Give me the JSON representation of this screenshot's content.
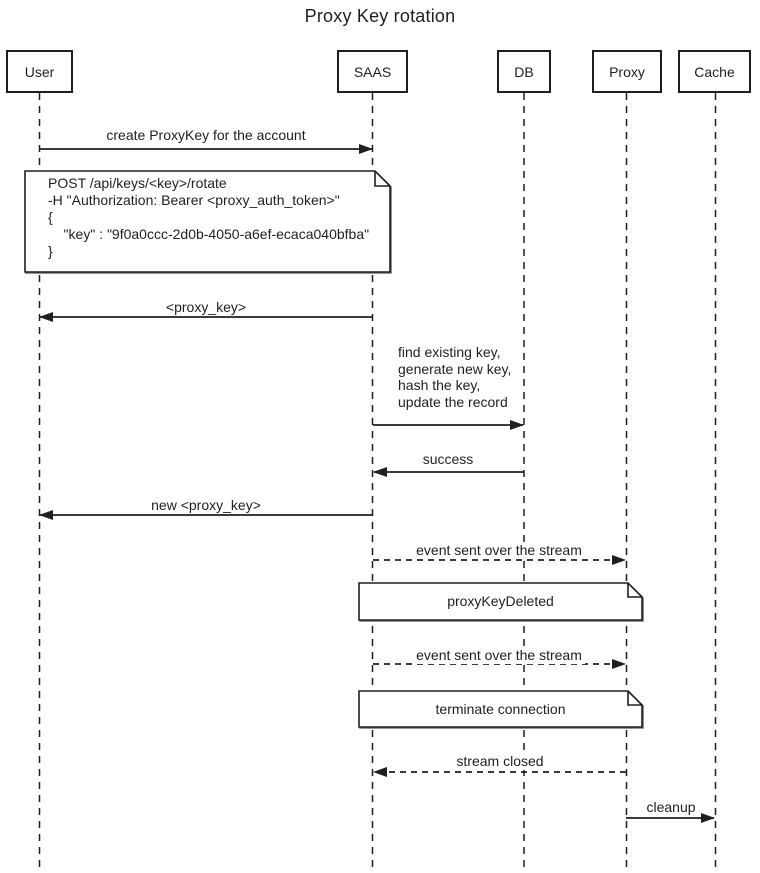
{
  "title": "Proxy Key rotation",
  "colors": {
    "ink": "#1f1f1f",
    "background": "#ffffff"
  },
  "actors": [
    {
      "id": "user",
      "label": "User"
    },
    {
      "id": "saas",
      "label": "SAAS"
    },
    {
      "id": "db",
      "label": "DB"
    },
    {
      "id": "proxy",
      "label": "Proxy"
    },
    {
      "id": "cache",
      "label": "Cache"
    }
  ],
  "messages": [
    {
      "label": "create ProxyKey for the account",
      "from": "User",
      "to": "SAAS",
      "line": "solid"
    },
    {
      "label": "<proxy_key>",
      "from": "SAAS",
      "to": "User",
      "line": "solid"
    },
    {
      "label": "find existing key,\ngenerate new key,\nhash the key,\nupdate the record",
      "from": "SAAS",
      "to": "DB",
      "line": "solid"
    },
    {
      "label": "success",
      "from": "DB",
      "to": "SAAS",
      "line": "solid"
    },
    {
      "label": "new <proxy_key>",
      "from": "SAAS",
      "to": "User",
      "line": "solid"
    },
    {
      "label": "event sent over the stream",
      "from": "SAAS",
      "to": "Proxy",
      "line": "dashed"
    },
    {
      "label": "event sent over the stream",
      "from": "SAAS",
      "to": "Proxy",
      "line": "dashed"
    },
    {
      "label": "stream closed",
      "from": "Proxy",
      "to": "SAAS",
      "line": "dashed"
    },
    {
      "label": "cleanup",
      "from": "Proxy",
      "to": "Cache",
      "line": "solid"
    }
  ],
  "notes": [
    {
      "over": "User,SAAS",
      "lines": [
        "POST /api/keys/<key>/rotate",
        "-H \"Authorization: Bearer <proxy_auth_token>\"",
        "{",
        "    \"key\" : \"9f0a0ccc-2d0b-4050-a6ef-ecaca040bfba\"",
        "}"
      ]
    },
    {
      "over": "SAAS,Proxy",
      "lines": [
        "proxyKeyDeleted"
      ]
    },
    {
      "over": "SAAS,Proxy",
      "lines": [
        "terminate connection"
      ]
    }
  ]
}
